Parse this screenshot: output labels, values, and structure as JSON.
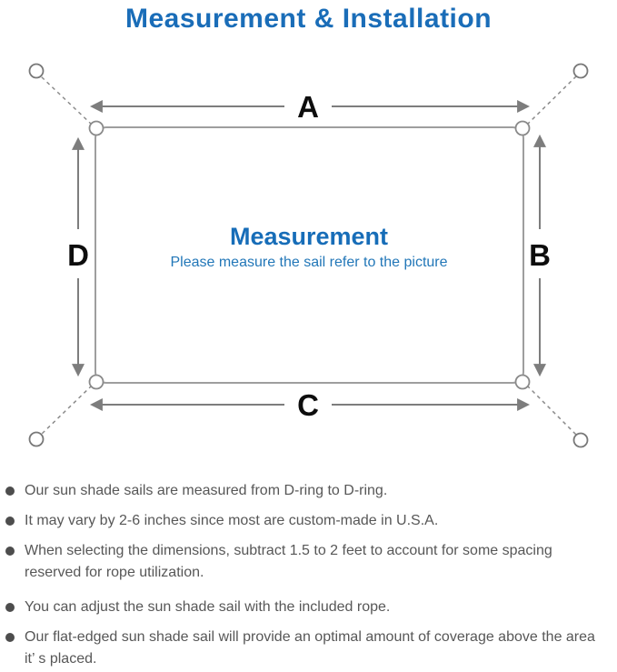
{
  "page": {
    "title": "Measurement & Installation"
  },
  "diagram": {
    "dimension_labels": {
      "top": "A",
      "right": "B",
      "bottom": "C",
      "left": "D"
    },
    "center_title": "Measurement",
    "center_subtitle": "Please measure the sail refer to the picture"
  },
  "notes": {
    "items": [
      "Our sun shade sails are measured from D-ring to D-ring.",
      "It may vary by 2-6 inches since most are custom-made in U.S.A.",
      "When selecting the dimensions, subtract 1.5 to 2 feet to account for some spacing reserved for rope utilization.",
      "You can adjust the sun shade sail with the included rope.",
      "Our flat-edged sun shade sail will provide an optimal amount of coverage above the area it’ s placed."
    ]
  },
  "colors": {
    "title_blue": "#1a6db8",
    "center_title_blue": "#176db8",
    "center_subtitle_blue": "#2277b8",
    "dimension_label_black": "#0d0d0d",
    "arrow_gray": "#7d7d7d",
    "sail_outline_gray": "#9e9e9e",
    "dashed_line_gray": "#8a8a8a",
    "note_text_gray": "#575757",
    "bullet_dot_gray": "#4d4d4d"
  }
}
